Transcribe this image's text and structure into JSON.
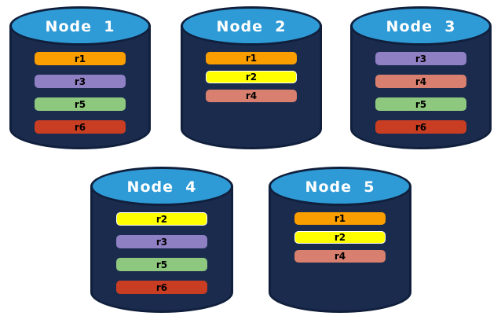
{
  "colors": {
    "background": "#FFFFFF",
    "cylinder_body": "#1B2B4D",
    "cylinder_outline": "#101F3C",
    "cylinder_top": "#2E9BD6",
    "label_text": "#FFFFFF",
    "bar_text": "#000000"
  },
  "partition_colors": {
    "r1": {
      "fill": "#FA9E00",
      "border": ""
    },
    "r2": {
      "fill": "#FFFF00",
      "border": "#FFFFFF"
    },
    "r3": {
      "fill": "#8F80C4",
      "border": ""
    },
    "r4": {
      "fill": "#D97F6F",
      "border": ""
    },
    "r5": {
      "fill": "#8EC87E",
      "border": ""
    },
    "r6": {
      "fill": "#C93D23",
      "border": ""
    }
  },
  "nodes": [
    {
      "label": "Node  1",
      "partitions": [
        "r1",
        "r3",
        "r5",
        "r6"
      ]
    },
    {
      "label": "Node  2",
      "partitions": [
        "r1",
        "r2",
        "r4"
      ]
    },
    {
      "label": "Node  3",
      "partitions": [
        "r3",
        "r4",
        "r5",
        "r6"
      ]
    },
    {
      "label": "Node  4",
      "partitions": [
        "r2",
        "r3",
        "r5",
        "r6"
      ]
    },
    {
      "label": "Node  5",
      "partitions": [
        "r1",
        "r2",
        "r4"
      ]
    }
  ]
}
